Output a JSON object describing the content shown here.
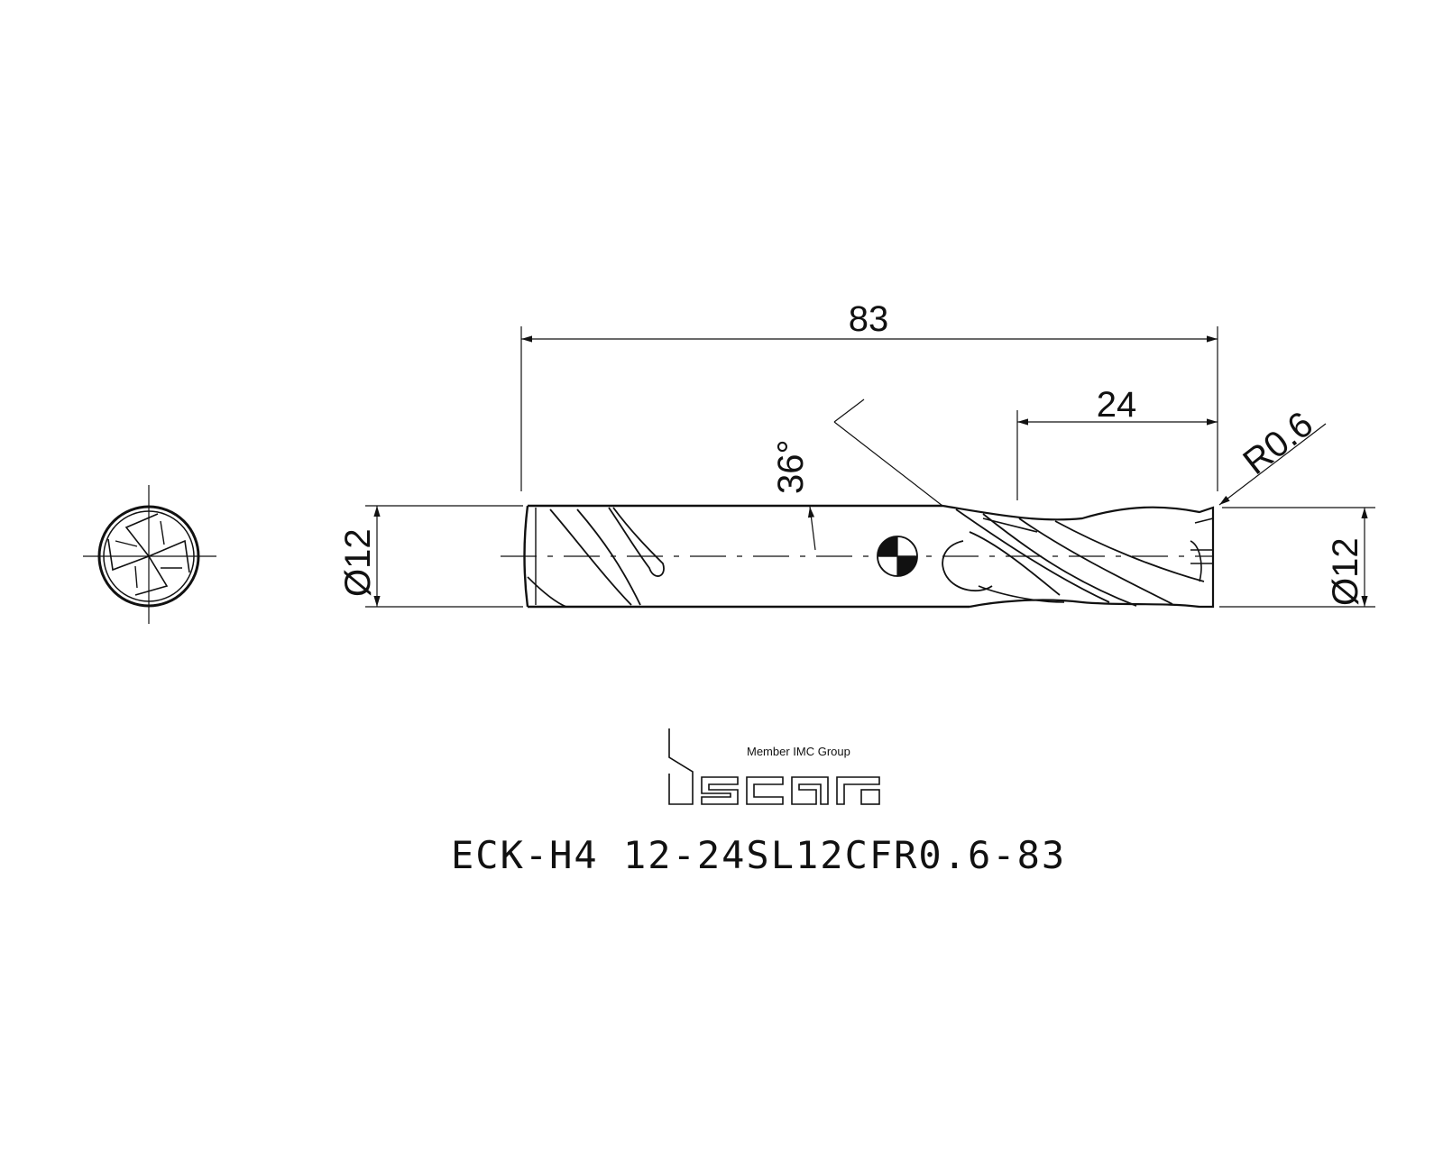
{
  "dimensions": {
    "overall_length": "83",
    "cutting_length": "24",
    "helix_angle": "36°",
    "corner_radius": "R0.6",
    "cutting_diameter": "Ø12",
    "shank_diameter": "Ø12"
  },
  "logo": {
    "brand": "iscar",
    "tagline": "Member IMC Group"
  },
  "part_number": "ECK-H4 12-24SL12CFR0.6-83",
  "colors": {
    "ink": "#111111",
    "background": "#ffffff"
  }
}
